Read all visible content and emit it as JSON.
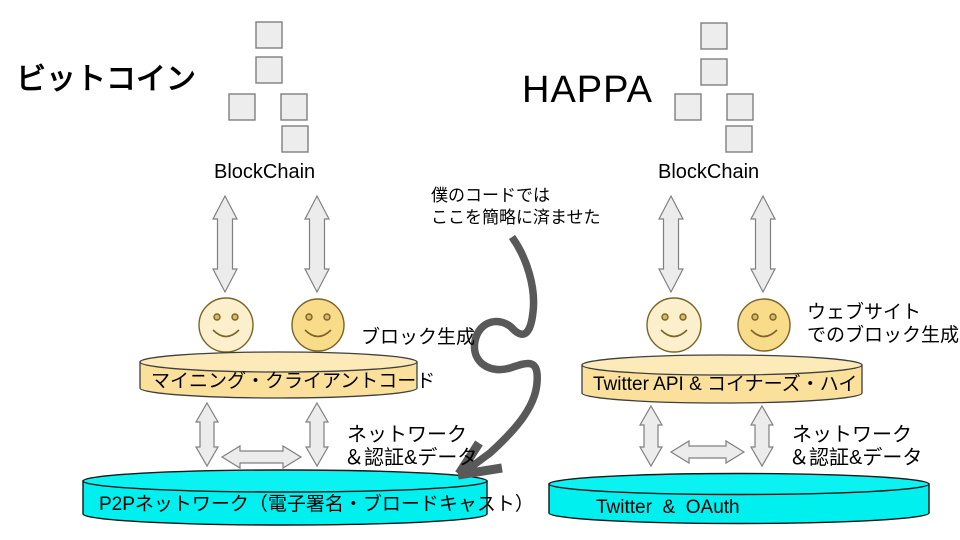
{
  "left_diagram": {
    "title": "ビットコイン",
    "blockchain_label": "BlockChain",
    "generation_label": "ブロック生成",
    "client_layer": "マイニング・クライアントコード",
    "network_label_line1": "ネットワーク",
    "network_label_line2": "＆認証&データ",
    "transport_layer": "P2Pネットワーク（電子署名・ブロードキャスト）"
  },
  "right_diagram": {
    "title": "HAPPA",
    "blockchain_label": "BlockChain",
    "generation_label_line1": "ウェブサイト",
    "generation_label_line2": "でのブロック生成",
    "client_layer": "Twitter API & コイナーズ・ハイ",
    "network_label_line1": "ネットワーク",
    "network_label_line2": "＆認証&データ",
    "transport_layer": "Twitter  &  OAuth"
  },
  "annotation": {
    "line1": "僕のコードでは",
    "line2": "ここを簡略に済ませた"
  },
  "colors": {
    "block_fill": "#ededed",
    "block_stroke": "#7f7f7f",
    "arrow_fill": "#ececec",
    "arrow_stroke": "#808080",
    "face_light": "#fbf0cb",
    "face_dark": "#f8dc8a",
    "face_stroke": "#7a6428",
    "layer_yellow": "#fbe09c",
    "layer_yellow_top": "#fcebb8",
    "layer_cyan": "#00f0f0",
    "layer_cyan_top": "#0af2f2",
    "squiggle": "#595959"
  }
}
